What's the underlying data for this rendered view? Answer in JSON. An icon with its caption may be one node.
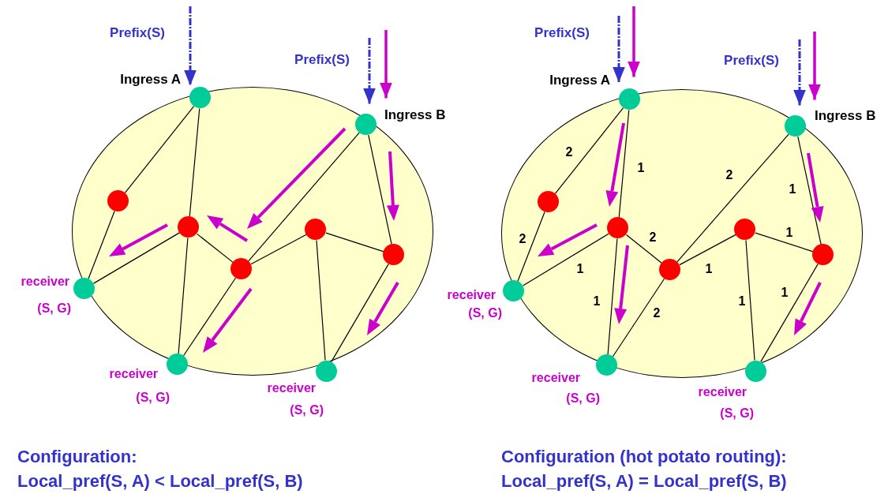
{
  "diagram": {
    "nodes": [
      {
        "text": [],
        "shape": "ellipse"
      },
      {
        "text": [],
        "shape": "circle",
        "beside": [
          "Ingress A"
        ],
        "in": 0
      },
      {
        "text": [],
        "shape": "circle",
        "beside": [
          "Ingress B"
        ],
        "in": 0
      },
      {
        "text": [],
        "shape": "circle",
        "in": 0
      },
      {
        "text": [],
        "shape": "circle",
        "in": 0
      },
      {
        "text": [],
        "shape": "circle",
        "in": 0
      },
      {
        "text": [],
        "shape": "circle",
        "in": 0
      },
      {
        "text": [],
        "shape": "circle",
        "in": 0
      },
      {
        "text": [],
        "shape": "circle",
        "beside": [
          "receiver",
          "(S, G)"
        ],
        "in": 0
      },
      {
        "text": [],
        "shape": "circle",
        "beside": [
          "receiver",
          "(S, G)"
        ],
        "in": 0
      },
      {
        "text": [],
        "shape": "circle",
        "beside": [
          "receiver",
          "(S, G)"
        ]
      },
      {
        "text": [],
        "shape": "ellipse"
      },
      {
        "text": [],
        "shape": "circle",
        "beside": [
          "Ingress A"
        ],
        "in": 11
      },
      {
        "text": [],
        "shape": "circle",
        "beside": [
          "Ingress B"
        ],
        "in": 11
      },
      {
        "text": [],
        "shape": "circle",
        "in": 11
      },
      {
        "text": [],
        "shape": "circle",
        "in": 11
      },
      {
        "text": [],
        "shape": "circle",
        "in": 11
      },
      {
        "text": [],
        "shape": "circle",
        "in": 11
      },
      {
        "text": [],
        "shape": "circle",
        "in": 11
      },
      {
        "text": [],
        "shape": "circle",
        "beside": [
          "receiver",
          "(S, G)"
        ],
        "in": 11
      },
      {
        "text": [],
        "shape": "circle",
        "beside": [
          "receiver",
          "(S, G)"
        ],
        "in": 11
      },
      {
        "text": [],
        "shape": "circle",
        "beside": [
          "receiver",
          "(S, G)"
        ]
      }
    ],
    "edges": [
      {
        "from": null,
        "to": 1,
        "arrow": "to",
        "label": "Prefix(S)",
        "style": "dashed",
        "color": "#3333cc"
      },
      {
        "from": null,
        "to": 2,
        "arrow": "to",
        "label": "Prefix(S)",
        "style": "dashed",
        "color": "#3333cc"
      },
      {
        "from": null,
        "to": 2,
        "arrow": "to",
        "style": "thick",
        "color": "#cc00cc"
      },
      {
        "from": 1,
        "to": 3,
        "arrow": "none"
      },
      {
        "from": 1,
        "to": 4,
        "arrow": "none"
      },
      {
        "from": 3,
        "to": 8,
        "arrow": "none"
      },
      {
        "from": 4,
        "to": 8,
        "arrow": "none"
      },
      {
        "from": 4,
        "to": 5,
        "arrow": "none"
      },
      {
        "from": 4,
        "to": 9,
        "arrow": "none"
      },
      {
        "from": 5,
        "to": 9,
        "arrow": "none"
      },
      {
        "from": 5,
        "to": 2,
        "arrow": "none"
      },
      {
        "from": 5,
        "to": 6,
        "arrow": "none"
      },
      {
        "from": 6,
        "to": 7,
        "arrow": "none"
      },
      {
        "from": 2,
        "to": 7,
        "arrow": "none"
      },
      {
        "from": 6,
        "to": 10,
        "arrow": "none"
      },
      {
        "from": 7,
        "to": 10,
        "arrow": "none"
      },
      {
        "from": null,
        "to": 12,
        "arrow": "to",
        "label": "Prefix(S)",
        "style": "dashed",
        "color": "#3333cc"
      },
      {
        "from": null,
        "to": 12,
        "arrow": "to",
        "style": "thick",
        "color": "#cc00cc"
      },
      {
        "from": null,
        "to": 13,
        "arrow": "to",
        "label": "Prefix(S)",
        "style": "dashed",
        "color": "#3333cc"
      },
      {
        "from": null,
        "to": 13,
        "arrow": "to",
        "style": "thick",
        "color": "#cc00cc"
      },
      {
        "from": 12,
        "to": 14,
        "arrow": "none",
        "label": "2"
      },
      {
        "from": 12,
        "to": 15,
        "arrow": "none",
        "label": "1"
      },
      {
        "from": 14,
        "to": 19,
        "arrow": "none",
        "label": "2"
      },
      {
        "from": 15,
        "to": 19,
        "arrow": "none",
        "label": "1"
      },
      {
        "from": 15,
        "to": 16,
        "arrow": "none",
        "label": "2"
      },
      {
        "from": 15,
        "to": 20,
        "arrow": "none",
        "label": "1"
      },
      {
        "from": 16,
        "to": 20,
        "arrow": "none",
        "label": "2"
      },
      {
        "from": 16,
        "to": 13,
        "arrow": "none",
        "label": "2"
      },
      {
        "from": 16,
        "to": 17,
        "arrow": "none",
        "label": "1"
      },
      {
        "from": 17,
        "to": 18,
        "arrow": "none",
        "label": "1"
      },
      {
        "from": 13,
        "to": 18,
        "arrow": "none",
        "label": "1"
      },
      {
        "from": 17,
        "to": 21,
        "arrow": "none",
        "label": "1"
      },
      {
        "from": 18,
        "to": 21,
        "arrow": "none",
        "label": "1"
      }
    ],
    "labels": [
      "Configuration:",
      "Local_pref(S, A) < Local_pref(S, B)",
      "Configuration (hot potato routing):",
      "Local_pref(S, A) = Local_pref(S, B)"
    ]
  }
}
